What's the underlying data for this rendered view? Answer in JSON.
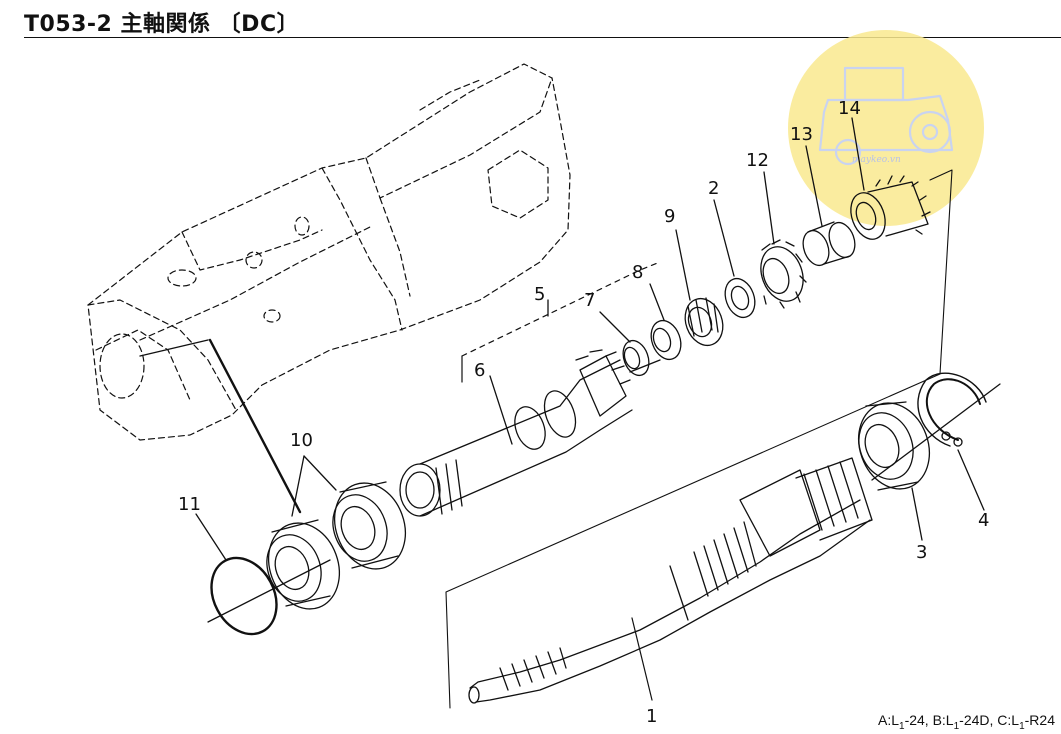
{
  "header": {
    "title": "T053-2 主軸関係 〔DC〕"
  },
  "callouts": [
    "1",
    "2",
    "3",
    "4",
    "5",
    "6",
    "7",
    "8",
    "9",
    "10",
    "11",
    "12",
    "13",
    "14"
  ],
  "footnote": {
    "parts": [
      {
        "text": "A:L"
      },
      {
        "sub": "1"
      },
      {
        "text": "-24,  B:L"
      },
      {
        "sub": "1"
      },
      {
        "text": "-24D,  C:L"
      },
      {
        "sub": "1"
      },
      {
        "text": "-R24"
      }
    ]
  },
  "watermark": {
    "text": "maykeo.vn",
    "color": "#f7e27a"
  },
  "colors": {
    "ink": "#111111",
    "background": "#ffffff"
  }
}
